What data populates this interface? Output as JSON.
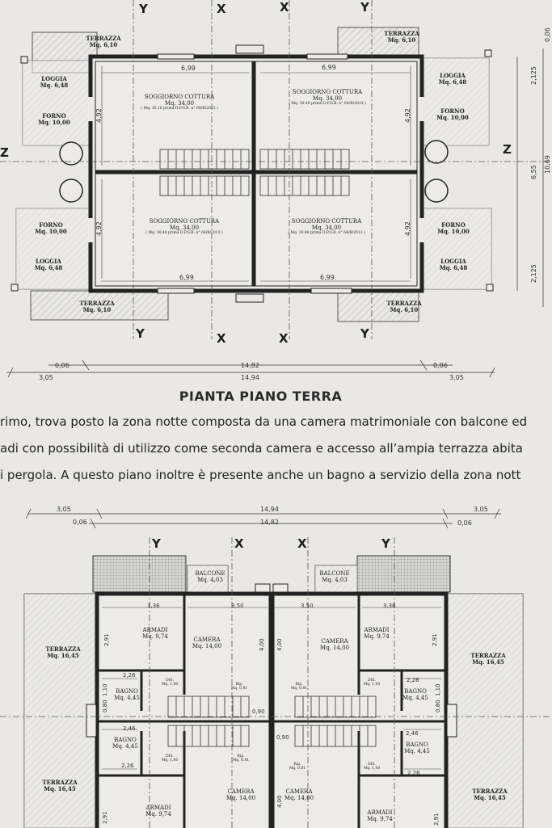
{
  "axes": {
    "y": "Y",
    "x": "X",
    "z": "Z"
  },
  "ground": {
    "terrazza": {
      "name": "TERRAZZA",
      "area": "Mq. 6,10"
    },
    "loggia": {
      "name": "LOGGIA",
      "area": "Mq. 6,48"
    },
    "forno": {
      "name": "FORNO",
      "area": "Mq. 10,00"
    },
    "soggiorno": {
      "name": "SOGGIORNO  COTTURA",
      "area": "Mq. 34,00",
      "note_top": "( Mq. 30,16 prima D.P.G.R. n° 64/R/2013 )",
      "note_bottom": "( Mq. 30,40 prima D.P.G.R. n° 64/R/2013 )"
    },
    "dims": {
      "room_w": "6,99",
      "room_h": "4,92",
      "side": "2,125",
      "total_h": "6,55",
      "edge_h": "10,69",
      "d006": "0,06",
      "d1482": "14,82",
      "d305": "3,05",
      "d1494": "14,94"
    },
    "title": "PIANTA PIANO TERRA"
  },
  "paragraph": {
    "line1": "rimo, trova posto la zona notte composta da una camera matrimoniale con balcone ed",
    "line2": "adi con possibilità di utilizzo come seconda camera e accesso all’ampia terrazza abita",
    "line3": "i pergola. A questo piano inoltre è presente anche un bagno a servizio della zona nott"
  },
  "first": {
    "balcone": {
      "name": "BALCONE",
      "area": "Mq. 4,03"
    },
    "armadi": {
      "name": "ARMADI",
      "area": "Mq. 9,74"
    },
    "camera": {
      "name": "CAMERA",
      "area": "Mq. 14,00"
    },
    "terrazza": {
      "name": "TERRAZZA",
      "area": "Mq. 16,45"
    },
    "bagno": {
      "name": "BAGNO",
      "area": "Mq. 4,45"
    },
    "dis": {
      "name": "DIS.",
      "area": "Mq. 1,00"
    },
    "rip": {
      "name": "Rip.",
      "area": "Mq. 0,81"
    },
    "dims": {
      "w336": "3,36",
      "w350": "3,50",
      "h291": "2,91",
      "h400": "4,00",
      "w226": "2,26",
      "h110": "1,10",
      "h080": "0,80",
      "w090": "0,90",
      "w246": "2,46",
      "d305": "3,05",
      "d1494": "14,94",
      "d006": "0,06",
      "d1482": "14,82"
    }
  }
}
